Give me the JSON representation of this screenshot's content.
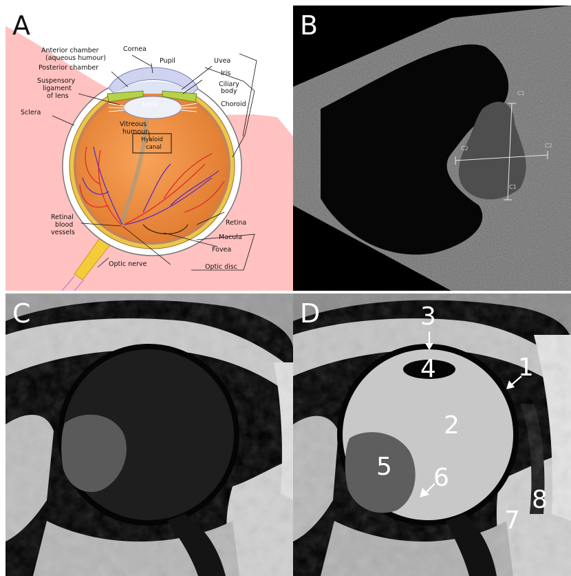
{
  "panels": {
    "a": {
      "label": "A",
      "annotations": {
        "anterior_chamber": "Anterior chamber",
        "aqueous_humour": "(aqueous humour)",
        "posterior_chamber": "Posterior chamber",
        "cornea": "Cornea",
        "pupil": "Pupil",
        "uvea": "Uvea",
        "iris": "Iris",
        "ciliary": "Ciliary",
        "body": "body",
        "choroid": "Choroid",
        "suspensory": "Suspensory",
        "ligament": "ligament",
        "of_lens": "of lens",
        "lens": "Lens",
        "sclera": "Sclera",
        "vitreous": "Vitreous",
        "humour": "humour",
        "hyaloid": "Hyaloid",
        "canal": "canal",
        "retinal": "Retinal",
        "blood": "blood",
        "vessels": "vessels",
        "retina": "Retina",
        "macula": "Macula",
        "fovea": "Fovea",
        "optic_nerve": "Optic nerve",
        "optic_disc": "Optic disc"
      },
      "colors": {
        "background": "#ffc2c0",
        "eyeball": "#f0883c",
        "choroid_rim": "#e8c84a",
        "sclera": "#ffffff",
        "cornea": "#cfd3f0",
        "iris": "#b7d24a",
        "vessels_arterial": "#e0302a",
        "vessels_venous": "#6a2fb8",
        "optic_nerve": "#f4cc3a"
      }
    },
    "b": {
      "label": "B",
      "calipers": [
        "C1",
        "C2",
        "C2",
        "C1"
      ]
    },
    "c": {
      "label": "C"
    },
    "d": {
      "label": "D",
      "numbers": [
        "1",
        "2",
        "3",
        "4",
        "5",
        "6",
        "7",
        "8"
      ]
    }
  }
}
